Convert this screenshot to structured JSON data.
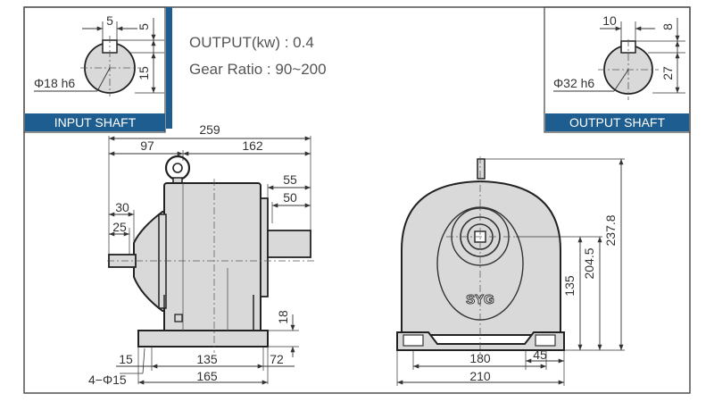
{
  "specs": {
    "output": "OUTPUT(kw) : 0.4",
    "ratio": "Gear Ratio : 90~200"
  },
  "input_shaft": {
    "label": "INPUT SHAFT",
    "diameter": "Φ18 h6",
    "key_width": "5",
    "key_depth": "5",
    "height": "15"
  },
  "output_shaft": {
    "label": "OUTPUT SHAFT",
    "diameter": "Φ32 h6",
    "key_width": "10",
    "key_depth": "8",
    "height": "27"
  },
  "side_view": {
    "overall": "259",
    "left": "97",
    "right": "162",
    "out_shaft_1": "55",
    "out_shaft_2": "50",
    "in_shaft_1": "30",
    "in_shaft_2": "25",
    "base_height": "18",
    "base_offset": "15",
    "base_mid": "135",
    "base_right": "72",
    "holes": "4−Φ15",
    "base_total": "165"
  },
  "front_view": {
    "brand": "SYG",
    "h1": "135",
    "h2": "204.5",
    "h3": "237.8",
    "w1": "180",
    "w2": "45",
    "w3": "210"
  }
}
